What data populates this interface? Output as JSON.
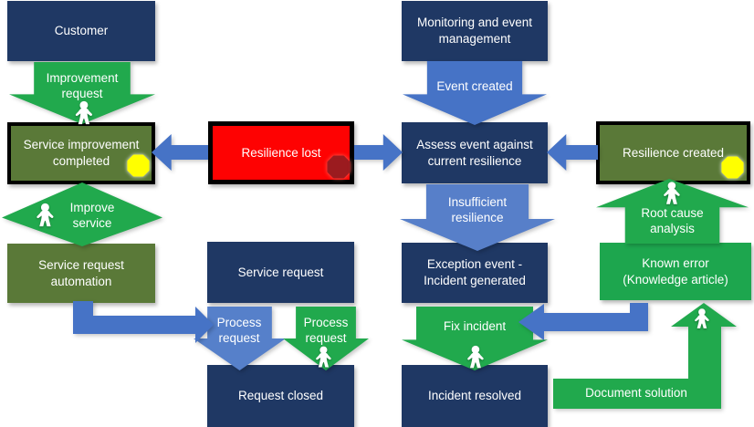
{
  "diagram": {
    "type": "flowchart",
    "colors": {
      "box_navy": "#1f3864",
      "box_olive": "#5a7938",
      "box_green": "#1da64e",
      "box_red": "#fe0202",
      "arrow_green": "#21a94d",
      "arrow_blue": "#4673c6",
      "arrow_blue_light": "#577fc9",
      "badge_yellow": "#ffff00",
      "badge_dark_red": "#9b1b1f",
      "text": "#ffffff",
      "border": "#000000"
    },
    "boxes": {
      "customer": {
        "label": "Customer"
      },
      "monitoring": {
        "label": "Monitoring and event management"
      },
      "service_improvement": {
        "label": "Service improvement completed",
        "badge": "yellow-octagon"
      },
      "resilience_lost": {
        "label": "Resilience lost",
        "badge": "dark-red-octagon"
      },
      "assess": {
        "label": "Assess event against current resilience"
      },
      "resilience_created": {
        "label": "Resilience created",
        "badge": "yellow-octagon"
      },
      "service_request_automation": {
        "label": "Service request automation"
      },
      "service_request": {
        "label": "Service request"
      },
      "exception_event": {
        "label": "Exception event - Incident generated"
      },
      "known_error": {
        "label": "Known error (Knowledge article)"
      },
      "request_closed": {
        "label": "Request closed"
      },
      "incident_resolved": {
        "label": "Incident resolved"
      },
      "document_solution": {
        "label": "Document solution"
      }
    },
    "arrows": {
      "improvement_request": {
        "label": "Improvement request",
        "direction": "down",
        "from": "customer",
        "to": "service_improvement"
      },
      "improve_service": {
        "label": "Improve service",
        "direction": "down",
        "from": "service_improvement",
        "to": "service_request_automation"
      },
      "event_created": {
        "label": "Event created",
        "direction": "down",
        "from": "monitoring",
        "to": "assess"
      },
      "insufficient_resilience": {
        "label": "Insufficient resilience",
        "direction": "down",
        "from": "assess",
        "to": "exception_event"
      },
      "process_request_blue": {
        "label": "Process request",
        "direction": "down",
        "from": "service_request",
        "to": "request_closed"
      },
      "process_request_green": {
        "label": "Process request",
        "direction": "down",
        "from": "service_request",
        "to": "request_closed"
      },
      "fix_incident": {
        "label": "Fix incident",
        "direction": "down",
        "from": "exception_event",
        "to": "incident_resolved"
      },
      "root_cause_analysis": {
        "label": "Root cause analysis",
        "direction": "up",
        "from": "known_error",
        "to": "resilience_created"
      },
      "resilience_lost_to_improvement": {
        "label": "",
        "direction": "left",
        "from": "resilience_lost",
        "to": "service_improvement"
      },
      "resilience_lost_to_assess": {
        "label": "",
        "direction": "right",
        "from": "resilience_lost",
        "to": "assess"
      },
      "resilience_created_to_assess": {
        "label": "",
        "direction": "left",
        "from": "resilience_created",
        "to": "assess"
      },
      "automation_to_process": {
        "label": "",
        "direction": "elbow-right",
        "from": "service_request_automation",
        "to": "process_request_blue"
      },
      "known_error_to_fix": {
        "label": "",
        "direction": "elbow-left",
        "from": "known_error",
        "to": "fix_incident"
      },
      "document_to_known_error": {
        "label": "Document solution",
        "direction": "elbow-up",
        "from": "document_solution",
        "to": "known_error"
      }
    }
  }
}
